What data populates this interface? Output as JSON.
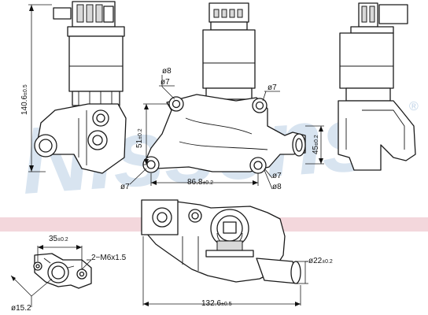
{
  "watermark": {
    "text": "Nissens",
    "registered": "®",
    "color": "#a9c4df",
    "stripe_color": "#e9b7bf"
  },
  "dimensions": {
    "height_total": "140.6",
    "height_total_tol": "±0.5",
    "hole_dia_a": "ø8",
    "hole_dia_b": "ø7",
    "hole_dia_c": "ø7",
    "height_flange": "51",
    "height_flange_tol": "±0.2",
    "outlet_height": "45",
    "outlet_height_tol": "±0.2",
    "hole_dia_d": "ø7",
    "hole_spacing": "86.8",
    "hole_spacing_tol": "±0.2",
    "hole_dia_e": "ø7",
    "hole_dia_f": "ø8",
    "flange_width": "35",
    "flange_width_tol": "±0.2",
    "thread_spec": "2−M6x1.5",
    "pipe_dia": "ø22",
    "pipe_dia_tol": "±0.2",
    "inlet_dia": "ø15.2",
    "total_width": "132.6",
    "total_width_tol": "±0.5"
  }
}
